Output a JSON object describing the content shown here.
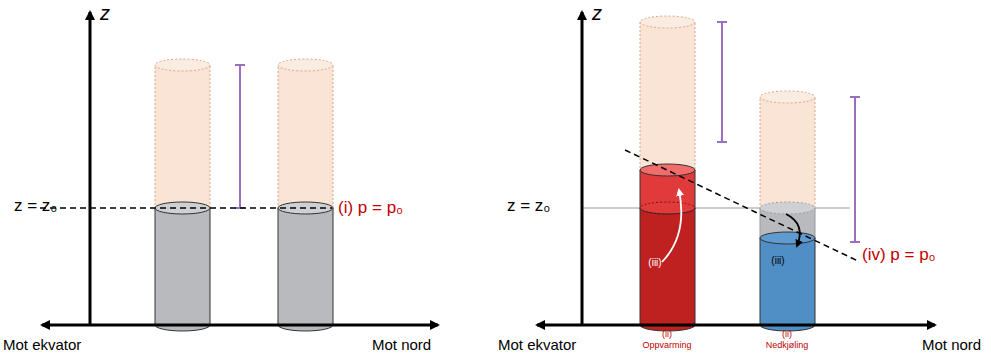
{
  "diagram": {
    "labels": [
      "z",
      "z = z₀",
      "(i) p = p₀",
      "Mot ekvator",
      "Mot nord",
      "z",
      "z = z₀",
      "(iii)",
      "(iii)",
      "(iv) p = p₀",
      "(ii)",
      "Oppvarming",
      "(ii)",
      "Nedkjøling",
      "Mot ekvator",
      "Mot nord"
    ]
  }
}
